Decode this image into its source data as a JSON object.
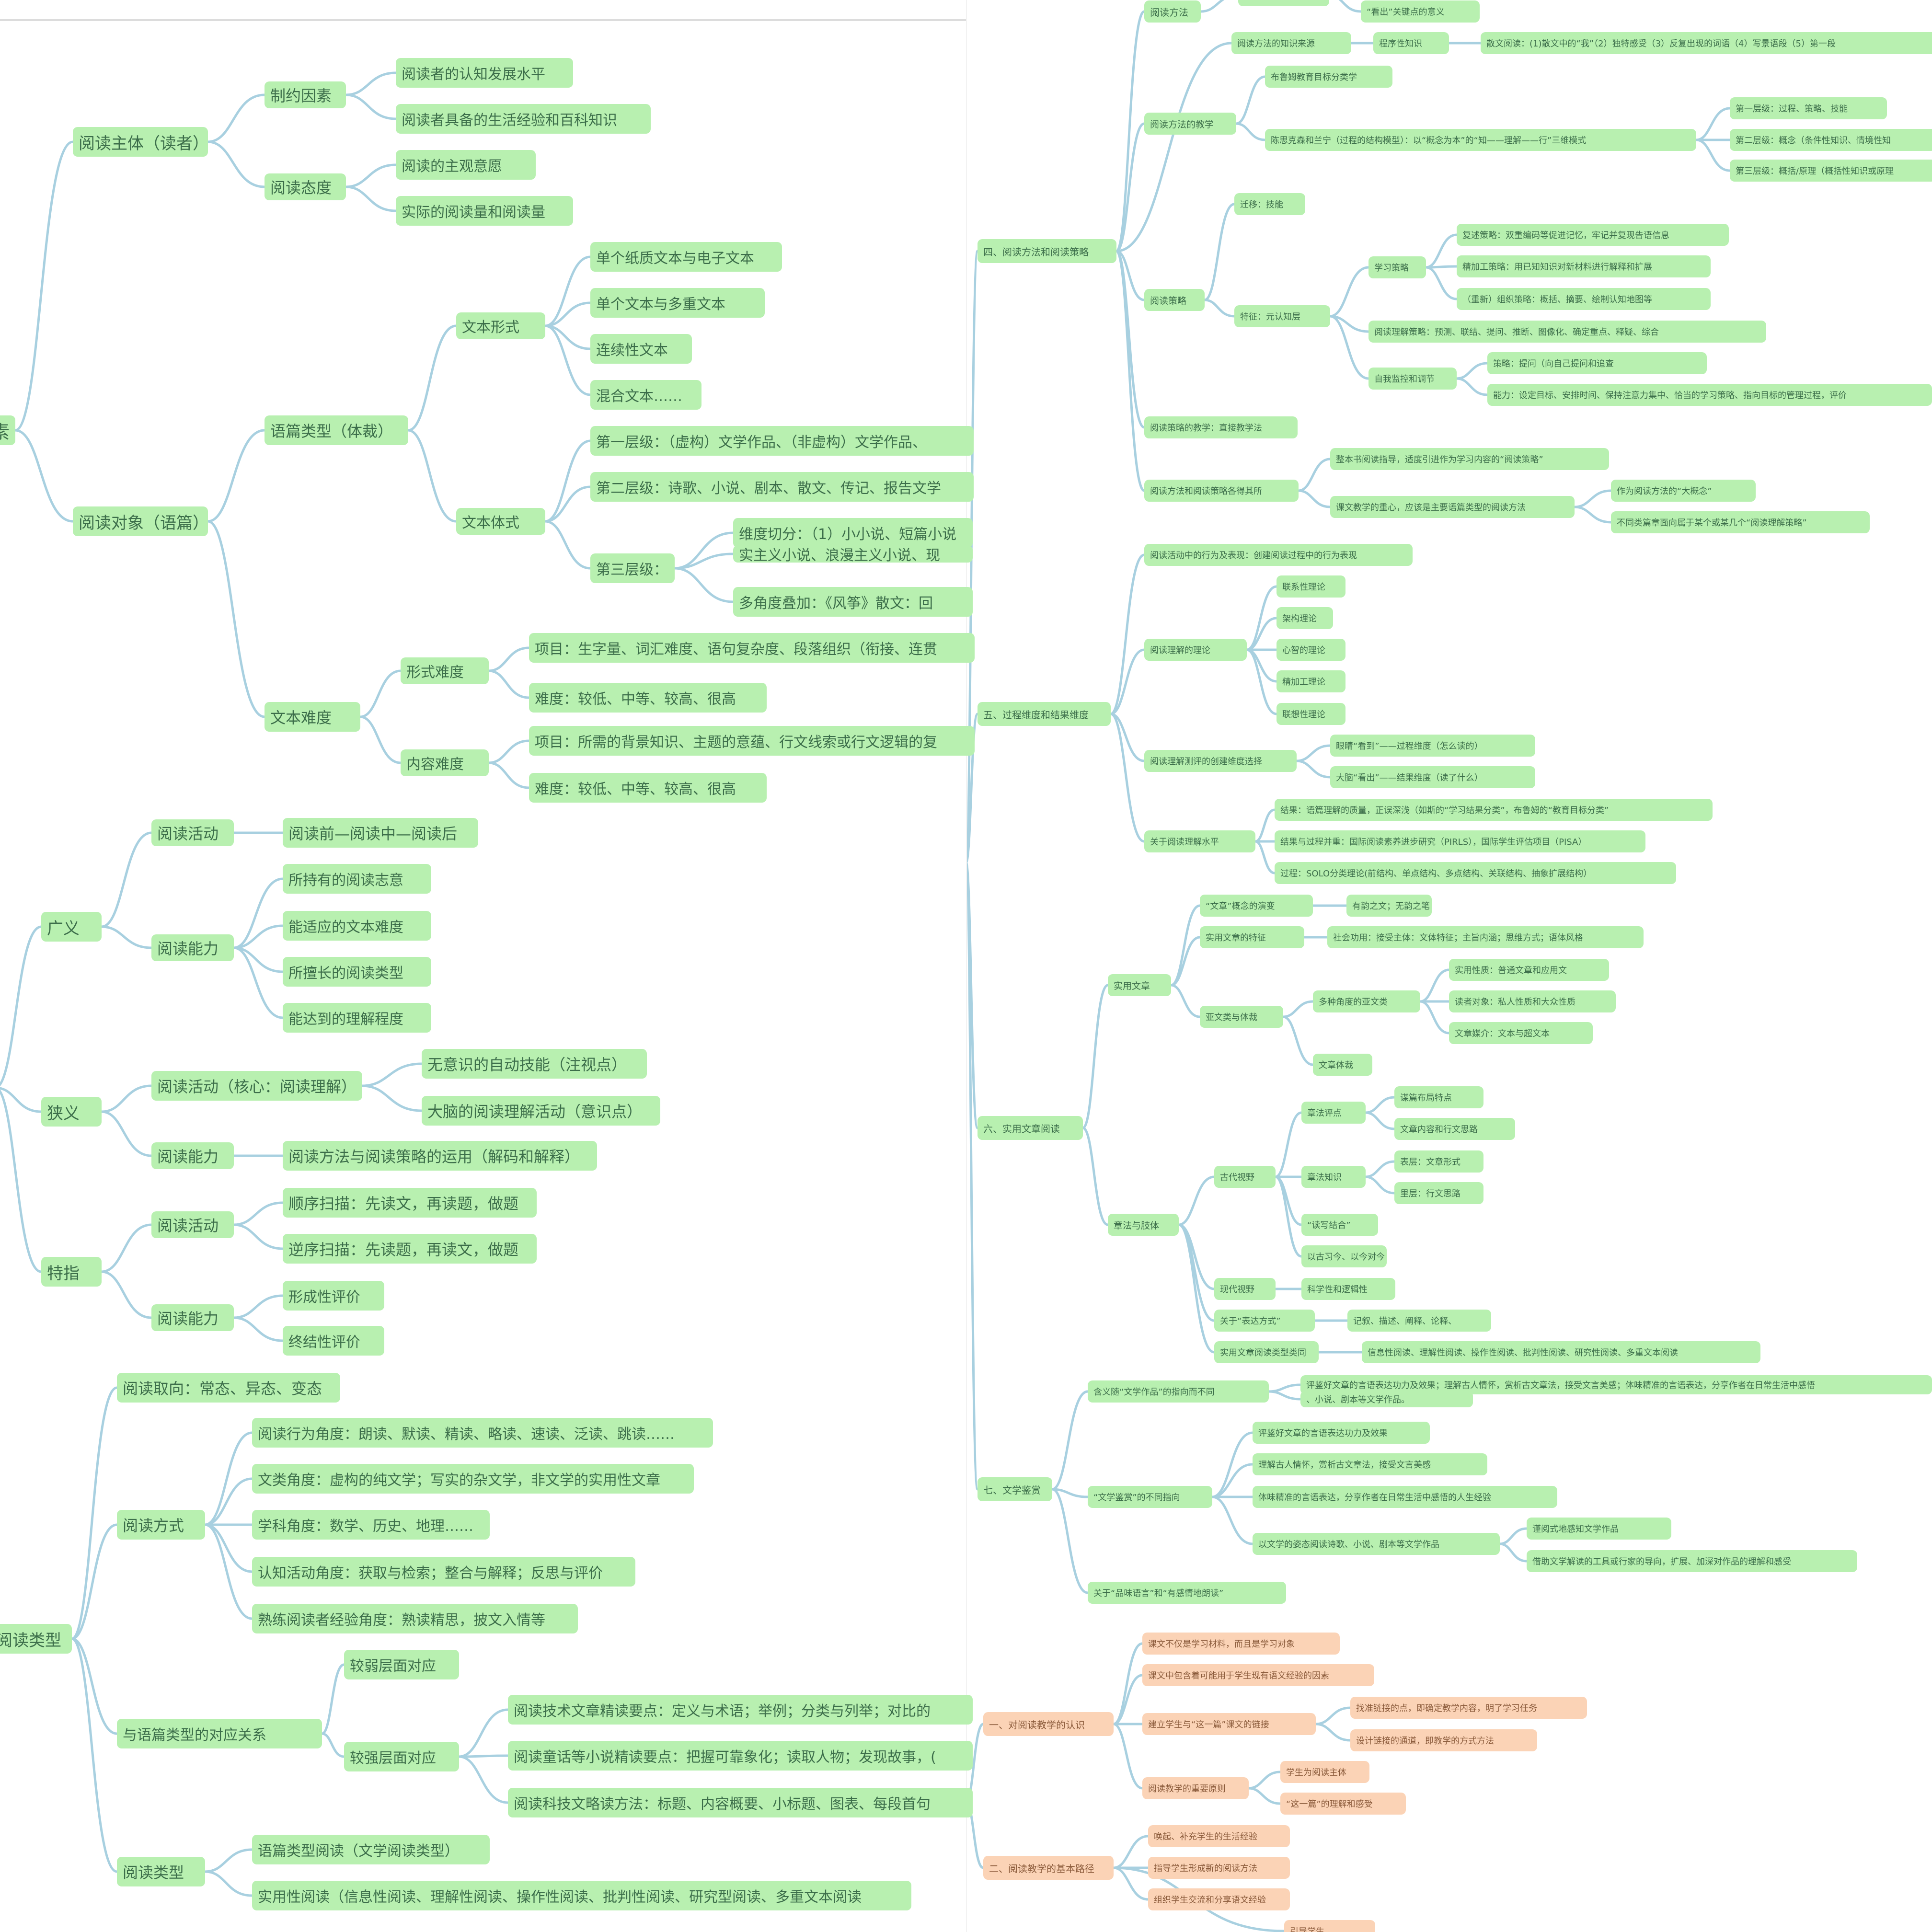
{
  "left": {
    "reader": {
      "title": "阅读主体（读者）",
      "factors": "制约因素",
      "f1": "阅读者的认知发展水平",
      "f2": "阅读者具备的生活经验和百科知识",
      "attitude": "阅读态度",
      "a1": "阅读的主观意愿",
      "a2": "实际的阅读量和阅读量"
    },
    "text": {
      "title": "阅读对象（语篇）",
      "genre": "语篇类型（体裁）",
      "form": "文本形式",
      "form_items": [
        "单个纸质文本与电子文本",
        "单个文本与多重文本",
        "连续性文本",
        "混合文本……"
      ],
      "style": "文本体式",
      "level1": "第一层级：（虚构）文学作品、（非虚构）文学作品、",
      "level2": "第二层级：诗歌、小说、剧本、散文、传记、报告文学",
      "level3": "第三层级：",
      "level3_a": "维度切分：（1）小小说、短篇小说",
      "level3_b": "实主义小说、浪漫主义小说、现",
      "level3_c": "多角度叠加：《风筝》散文：回",
      "difficulty": "文本难度",
      "form_diff": "形式难度",
      "form_diff_items": [
        "项目：生字量、词汇难度、语句复杂度、段落组织（衔接、连贯",
        "难度：较低、中等、较高、很高"
      ],
      "content_diff": "内容难度",
      "content_diff_items": [
        "项目：所需的背景知识、主题的意蕴、行文线索或行文逻辑的复",
        "难度：较低、中等、较高、很高"
      ]
    },
    "stub_top": "素",
    "broad": {
      "label": "广义",
      "activity": "阅读活动",
      "activity_item": "阅读前—阅读中—阅读后",
      "ability": "阅读能力",
      "ability_items": [
        "所持有的阅读志意",
        "能适应的文本难度",
        "所擅长的阅读类型",
        "能达到的理解程度"
      ]
    },
    "narrow": {
      "label": "狭义",
      "activity": "阅读活动（核心：阅读理解）",
      "activity_items": [
        "无意识的自动技能（注视点）",
        "大脑的阅读理解活动（意识点）"
      ],
      "ability": "阅读能力",
      "ability_item": "阅读方法与阅读策略的运用（解码和解释）"
    },
    "special": {
      "label": "特指",
      "activity": "阅读活动",
      "activity_items": [
        "顺序扫描：先读文，再读题，做题",
        "逆序扫描：先读题，再读文，做题"
      ],
      "ability": "阅读能力",
      "ability_items": [
        "形成性评价",
        "终结性评价"
      ]
    },
    "types": {
      "label": "阅读类型",
      "orient": "阅读取向：常态、异态、变态",
      "mode": "阅读方式",
      "mode_items": [
        "阅读行为角度：朗读、默读、精读、略读、速读、泛读、跳读……",
        "文类角度：虚构的纯文学；写实的杂文学，非文学的实用性文章",
        "学科角度：数学、历史、地理……",
        "认知活动角度：获取与检索；整合与解释；反思与评价",
        "熟练阅读者经验角度：熟读精思，披文入情等"
      ],
      "relation": "与语篇类型的对应关系",
      "rel_a": "较弱层面对应",
      "rel_b": "较强层面对应",
      "rel_b_items": [
        "阅读技术文章精读要点：定义与术语；举例；分类与列举；对比的",
        "阅读童话等小说精读要点：把握可靠象化；读取人物；发现故事，(",
        "阅读科技文略读方法：标题、内容概要、小标题、图表、每段首句"
      ],
      "kinds": "阅读类型",
      "kinds_items": [
        "语篇类型阅读（文学阅读类型）",
        "实用性阅读（信息性阅读、理解性阅读、操作性阅读、批判性阅读、研究型阅读、多重文本阅读"
      ]
    }
  },
  "right": {
    "s4": {
      "label": "四、阅读方法和阅读策略",
      "method": "阅读方法",
      "method_top": "",
      "method_kw": "“看出”关键点的意义",
      "source": "阅读方法的知识来源",
      "procedural": "程序性知识",
      "procedural_item": "散文阅读：(1)散文中的“我”（2）独特感受（3）反复出现的词语（4）写景语段（5）第一段",
      "teach": "阅读方法的教学",
      "teach_a": "布鲁姆教育目标分类学",
      "teach_b": "陈思克森和兰宁（过程的结构模型）：以“概念为本”的“知——理解——行”三维模式",
      "teach_b_items": [
        "第一层级：过程、策略、技能",
        "第二层级：概念（条件性知识、情境性知",
        "第三层级：概括/原理（概括性知识或原理"
      ],
      "strategy": "阅读策略",
      "s_transfer": "迁移：技能",
      "s_feature": "特征：元认知层",
      "learning": "学习策略",
      "learning_items": [
        "复述策略：双重编码等促进记忆，牢记并复现告语信息",
        "精加工策略：用已知知识对新材料进行解释和扩展",
        "（重新）组织策略：概括、摘要、绘制认知地图等"
      ],
      "comprehension": "阅读理解策略：预测、联结、提问、推断、图像化、确定重点、释疑、综合",
      "monitor": "自我监控和调节",
      "monitor_items": [
        "策略：提问（向自己提问和追查",
        "能力：设定目标、安排时间、保持注意力集中、恰当的学习策略、指向目标的管理过程，评价"
      ],
      "teach_strategy": "阅读策略的教学：直接教学法",
      "place": "阅读方法和阅读策略各得其所",
      "place_a": "整本书阅读指导，适度引进作为学习内容的“阅读策略”",
      "place_b": "课文教学的重心，应该是主要语篇类型的阅读方法",
      "place_b_items": [
        "作为阅读方法的“大概念”",
        "不同类篇章面向属于某个或某几个“阅读理解策略”"
      ]
    },
    "s5": {
      "label": "五、过程维度和结果维度",
      "act": "阅读活动中的行为及表现：创建阅读过程中的行为表现",
      "theory": "阅读理解的理论",
      "theory_items": [
        "联系性理论",
        "架构理论",
        "心智的理论",
        "精加工理论",
        "联想性理论"
      ],
      "eval": "阅读理解测评的创建维度选择",
      "eval_items": [
        "眼睛“看到”——过程维度（怎么读的）",
        "大脑“看出”——结果维度（读了什么）"
      ],
      "level": "关于阅读理解水平",
      "level_items": [
        "结果：语篇理解的质量，正误深浅（如斯的“学习结果分类”，布鲁姆的“教育目标分类”",
        "结果与过程并重：国际阅读素养进步研究（PIRLS），国际学生评估项目（PISA）",
        "过程：SOLO分类理论(前结构、单点结构、多点结构、关联结构、抽象扩展结构）"
      ]
    },
    "s6": {
      "label": "六、实用文章阅读",
      "practical": "实用文章",
      "concept": "“文章”概念的演变",
      "concept_item": "有韵之文；无韵之笔",
      "features": "实用文章的特征",
      "features_item": "社会功用：接受主体：文体特征；主旨内涵；思维方式；语体风格",
      "sub": "亚文类与体裁",
      "multi": "多种角度的亚文类",
      "multi_items": [
        "实用性质：普通文章和应用文",
        "读者对象：私人性质和大众性质",
        "文章媒介：文本与超文本"
      ],
      "body": "文章体裁",
      "method": "章法与肢体",
      "ancient": "古代视野",
      "zf_points": "章法评点",
      "zf_points_items": [
        "谋篇布局特点",
        "文章内容和行文思路"
      ],
      "zf_know": "章法知识",
      "zf_know_items": [
        "表层：文章形式",
        "里层：行文思路"
      ],
      "read_write": "“读写结合”",
      "past": "以古习今、以今对今",
      "modern": "现代视野",
      "modern_item": "科学性和逻辑性",
      "expression": "关于“表达方式”",
      "expression_item": "记叙、描述、阐释、论释、",
      "kinds": "实用文章阅读类型类同",
      "kinds_item": "信息性阅读、理解性阅读、操作性阅读、批判性阅读、研究性阅读、多重文本阅读"
    },
    "s7": {
      "label": "七、文学鉴赏",
      "meaning": "含义随“文学作品”的指向而不同",
      "meaning_item_a": "评鉴好文章的言语表达功力及效果；理解古人情怀，赏析古文章法，接受文言美感；体味精准的言语表达，分享作者在日常生活中感悟",
      "meaning_item_b": "、小说、剧本等文学作品。",
      "diff": "“文学鉴赏”的不同指向",
      "diff_items": [
        "评鉴好文章的言语表达功力及效果",
        "理解古人情怀，赏析古文章法，接受文言美感",
        "体味精准的言语表达，分享作者在日常生活中感悟的人生经验",
        "以文学的姿态阅读诗歌、小说、剧本等文学作品"
      ],
      "lit_items": [
        "谨阅式地感知文学作品",
        "借助文学解读的工具或行家的导向，扩展、加深对作品的理解和感受"
      ],
      "about": "关于“品味语言”和“有感情地朗读”"
    },
    "o1": {
      "label": "一、对阅读教学的认识",
      "items": [
        "课文不仅是学习材料，而且是学习对象",
        "课文中包含着可能用于学生现有语文经验的因素"
      ],
      "link": "建立学生与“这一篇”课文的链接",
      "link_items": [
        "找准链接的点，即确定教学内容，明了学习任务",
        "设计链接的通道，即教学的方式方法"
      ],
      "principle": "阅读教学的重要原则",
      "principle_items": [
        "学生为阅读主体",
        "“这一篇”的理解和感受"
      ]
    },
    "o2": {
      "label": "二、阅读教学的基本路径",
      "items": [
        "唤起、补充学生的生活经验",
        "指导学生形成新的阅读方法",
        "组织学生交流和分享语文经验"
      ],
      "more": "引导学生……"
    }
  }
}
